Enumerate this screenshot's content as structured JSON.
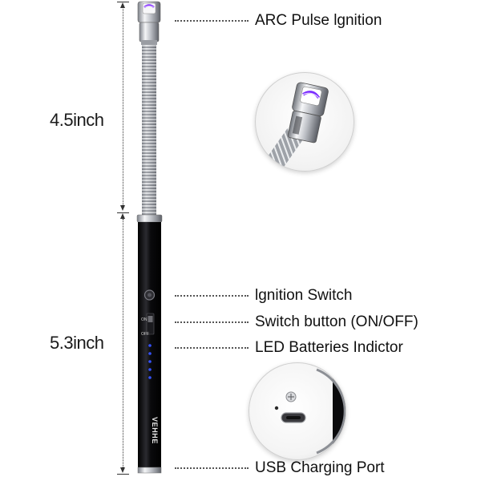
{
  "dimensions": {
    "upper_length": "4.5inch",
    "lower_length": "5.3inch"
  },
  "callouts": {
    "arc_ignition": "ARC Pulse lgnition",
    "ignition_switch": "lgnition Switch",
    "switch_button": "Switch button (ON/OFF)",
    "led_indicator": "LED Batteries Indictor",
    "usb_port": "USB Charging Port"
  },
  "product": {
    "brand": "VEHHE",
    "switch_on": "ON",
    "switch_off": "OFF",
    "led_count": 5
  },
  "colors": {
    "body": "#0d0d0f",
    "metal": "#c9ccd1",
    "arc": "#7a3cff",
    "led": "#2f4bff",
    "text": "#111111"
  }
}
